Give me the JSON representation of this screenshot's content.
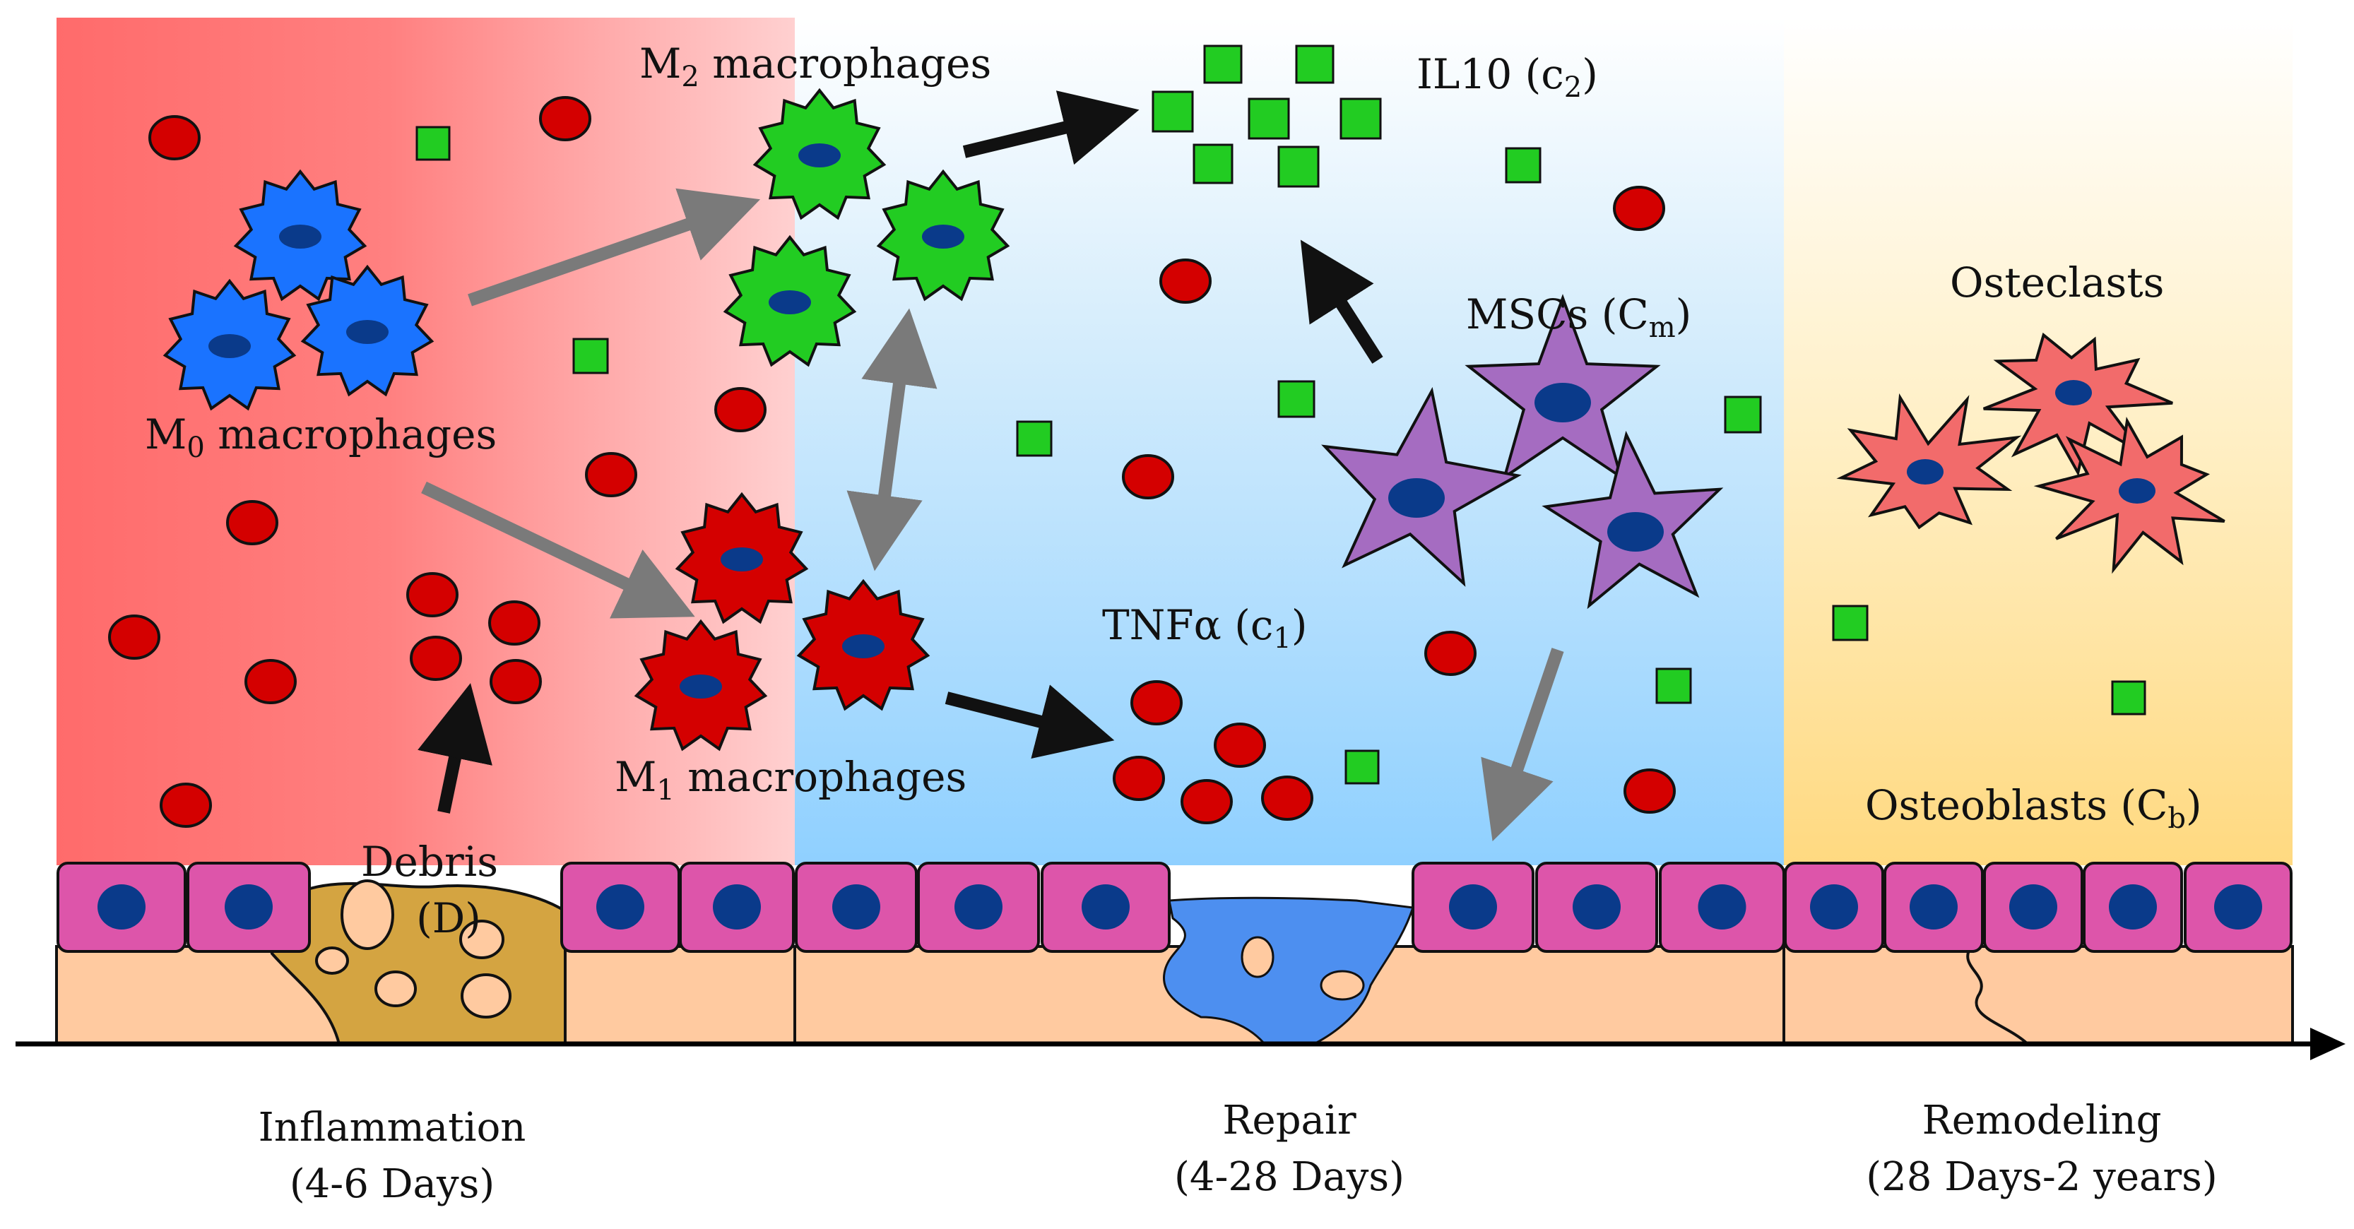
{
  "colors": {
    "inflammation_zone": "#ff6b6b",
    "repair_zone": "#8fd0ff",
    "remodeling_zone": "#ffd980",
    "m0_cell": "#1a73ff",
    "m1_cell": "#d40000",
    "m2_cell": "#22cc22",
    "msc_cell": "#a56cc1",
    "osteoclast_cell": "#f26b6b",
    "nucleus": "#0a3a8a",
    "il10_square": "#22cc22",
    "tnf_dot": "#d40000",
    "tissue_cell": "#dd55aa",
    "tissue_base": "#ffcaa0",
    "debris": "#d4a441",
    "repair_fluid": "#4d8ff0",
    "arrow_dark": "#111111",
    "arrow_grey": "#7a7a7a"
  },
  "labels": {
    "m0": {
      "main": "M",
      "sub": "0",
      "rest": " macrophages"
    },
    "m1": {
      "main": "M",
      "sub": "1",
      "rest": " macrophages"
    },
    "m2": {
      "main": "M",
      "sub": "2",
      "rest": " macrophages"
    },
    "il10": {
      "main": "IL10 (c",
      "sub": "2",
      "rest": ")"
    },
    "tnf": {
      "main": "TNFα (c",
      "sub": "1",
      "rest": ")"
    },
    "msc": {
      "main": "MSCs (C",
      "sub": "m",
      "rest": ")"
    },
    "osteoclasts": "Osteclasts",
    "osteoblasts": {
      "main": "Osteoblasts (C",
      "sub": "b",
      "rest": ")"
    },
    "debris": {
      "line1": "Debris",
      "line2": "(D)"
    }
  },
  "phases": [
    {
      "name": "Inflammation",
      "duration": "(4-6 Days)"
    },
    {
      "name": "Repair",
      "duration": "(4-28 Days)"
    },
    {
      "name": "Remodeling",
      "duration": "(28 Days-2 years)"
    }
  ]
}
